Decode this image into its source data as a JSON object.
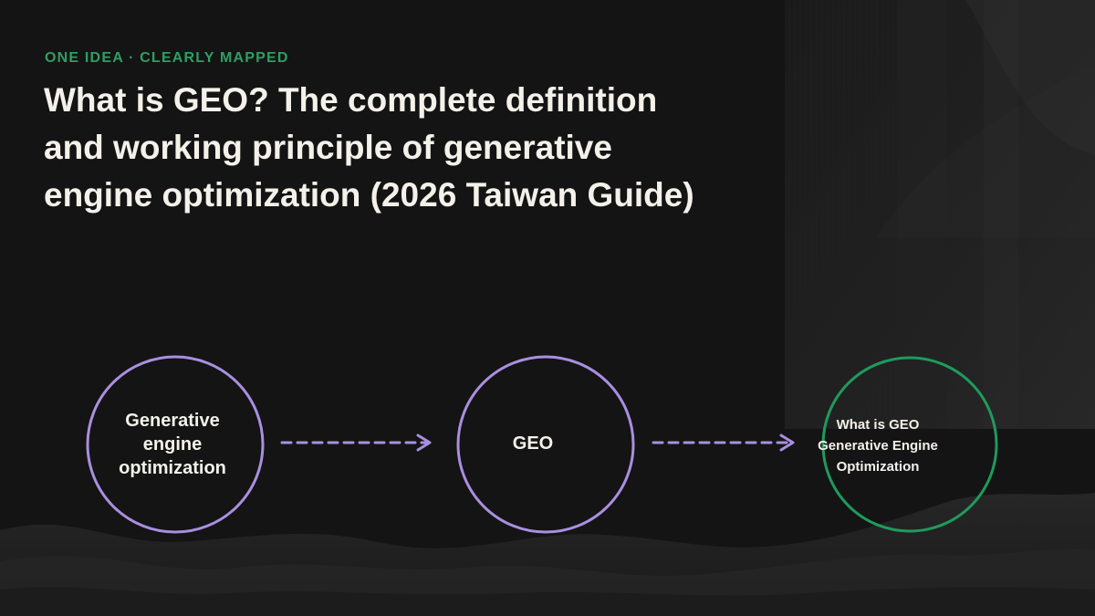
{
  "eyebrow": "ONE IDEA · CLEARLY MAPPED",
  "title": "What is GEO? The complete definition and working principle of generative engine optimization (2026 Taiwan Guide)",
  "nodes": [
    {
      "label": "Generative engine optimization"
    },
    {
      "label": "GEO"
    },
    {
      "label": "What is GEO Generative Engine Optimization"
    }
  ],
  "colors": {
    "accent_green": "#2f9e63",
    "node_purple": "#a98fe0",
    "node_green": "#1f9a5d",
    "title_text": "#f4f1ea",
    "background": "#141414"
  },
  "icons": {
    "connector": "dashed-arrow-icon"
  }
}
